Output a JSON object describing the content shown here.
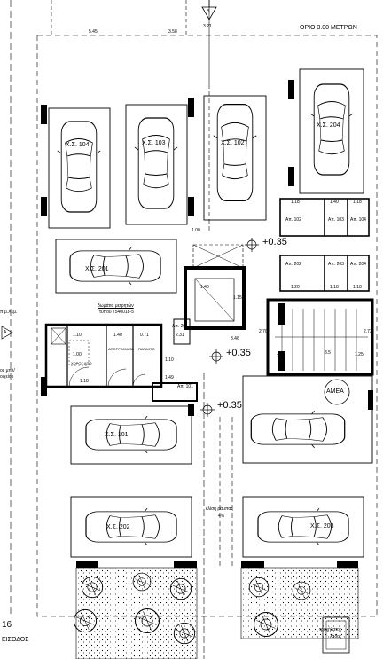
{
  "plan": {
    "boundary_label": "ΟΡΙΟ 3.00 ΜΕΤΡΩΝ",
    "section_marker": "B",
    "left_marker": "A",
    "levels": [
      "+0.35",
      "+0.35",
      "+0.35"
    ],
    "parking_slots": [
      "Χ.Σ. 104",
      "Χ.Σ. 103",
      "Χ.Σ. 102",
      "Χ.Σ. 204",
      "Χ.Σ. 201",
      "Χ.Σ. 101",
      "Χ.Σ. 202",
      "Χ.Σ. 203"
    ],
    "storage": [
      "Απ. 102",
      "Απ. 103",
      "Απ. 104",
      "Απ. 202",
      "Απ. 203",
      "Απ. 204",
      "Απ. 201",
      "Απ. 101"
    ],
    "amea": "ΑΜΕΑ",
    "meter_room": "δωμάτιο μετρητών",
    "meter_room_sub": "τύπου 7540018-5",
    "left_note_1": "π.μ.Χ1μ.",
    "left_note_2": "ος μπλ/",
    "left_note_3": "οιχείου",
    "hatch_label": "ΧΩΡΟΣ ΑΠΟ",
    "refuse_label": "ΑΠΟΡΡΙΜΜΑΤΑ",
    "collector_label": "ΠΑΡΑΚΤΟ",
    "dims": [
      "1.10",
      "1.40",
      "0.71",
      "1.10",
      "1.00",
      "1.49",
      "2.31",
      "1.40",
      "1.15",
      "3.46",
      "2.70",
      "2.73",
      "1.25",
      "3.5",
      "3.21",
      "3.58",
      "5.45",
      "1.00",
      "1.18",
      "1.40",
      "1.18",
      "1.20",
      "1.18",
      "1.18",
      "1.18",
      "2.70"
    ],
    "ramp_note": "κλίση ράμπας",
    "ramp_value": "4%",
    "entry": "ΕΙΣΟΔΟΣ",
    "paving": "τροχήλατος",
    "paving2": "λάδος",
    "corner_number": "16"
  }
}
